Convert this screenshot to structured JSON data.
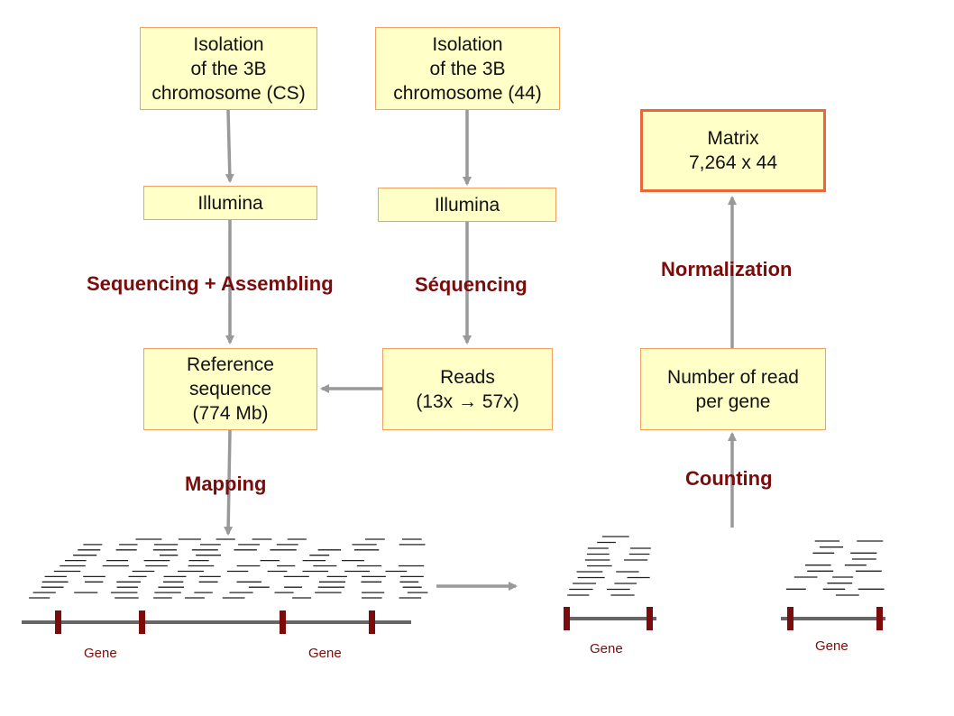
{
  "boxes": {
    "isolation_cs": "Isolation\nof the 3B\nchromosome (CS)",
    "isolation_44": "Isolation\nof the 3B\nchromosome (44)",
    "illumina_left": "Illumina",
    "illumina_right": "Illumina",
    "reference": "Reference\nsequence\n(774 Mb)",
    "reads": "Reads\n(13x → 57x)",
    "matrix": "Matrix\n7,264 x 44",
    "reads_per_gene": "Number of read\nper gene"
  },
  "labels": {
    "seq_assembling": "Sequencing + Assembling",
    "sequencing": "Séquencing",
    "mapping": "Mapping",
    "normalization": "Normalization",
    "counting": "Counting"
  },
  "genes": {
    "g1": "Gene",
    "g2": "Gene",
    "g3": "Gene",
    "g4": "Gene"
  },
  "colors": {
    "box_fill": "#ffffc8",
    "box_border": "#f0a060",
    "matrix_border": "#e8683a",
    "label": "#7a0c0c",
    "arrow": "#999999",
    "gene_marker": "#7a0c0c"
  }
}
